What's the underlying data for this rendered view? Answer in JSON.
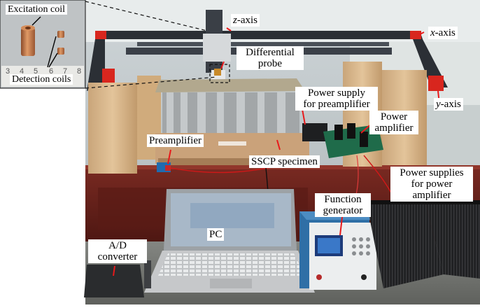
{
  "labels": {
    "excitation_coil": "Excitation coil",
    "detection_coils": "Detection coils",
    "z_axis_letter": "z",
    "z_axis_suffix": "-axis",
    "x_axis_letter": "x",
    "x_axis_suffix": "-axis",
    "y_axis_letter": "y",
    "y_axis_suffix": "-axis",
    "differential_probe_line1": "Differential",
    "differential_probe_line2": "probe",
    "power_supply_preamp_line1": "Power supply",
    "power_supply_preamp_line2": "for preamplifier",
    "power_amplifier_line1": "Power",
    "power_amplifier_line2": "amplifier",
    "preamplifier": "Preamplifier",
    "sscp_specimen": "SSCP specimen",
    "power_supplies_line1": "Power supplies",
    "power_supplies_line2": "for power",
    "power_supplies_line3": "amplifier",
    "function_generator_line1": "Function",
    "function_generator_line2": "generator",
    "pc": "PC",
    "ad_converter_line1": "A/D",
    "ad_converter_line2": "converter"
  },
  "ruler_numbers": [
    "3",
    "4",
    "5",
    "6",
    "7",
    "8"
  ],
  "colors": {
    "arrow": "#e8191b",
    "dashed": "#111111",
    "wood": "#d8b48a",
    "rail": "#2b2f35",
    "red_mount": "#d8261e",
    "copper": "#c77b4a"
  }
}
